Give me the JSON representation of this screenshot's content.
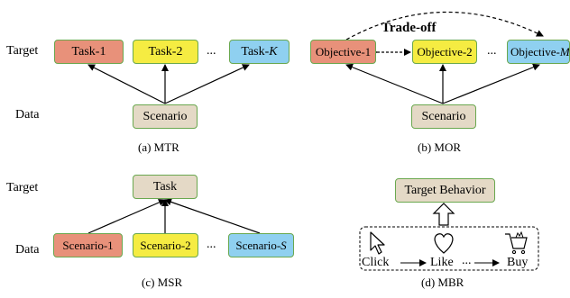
{
  "labels": {
    "target": "Target",
    "data": "Data"
  },
  "mtr": {
    "tasks": [
      "Task-1",
      "Task-2",
      "Task-K"
    ],
    "ellipsis": "...",
    "source": "Scenario",
    "caption": "(a) MTR"
  },
  "mor": {
    "objectives": [
      "Objective-1",
      "Objective-2",
      "Objective-M"
    ],
    "ellipsis": "...",
    "tradeoff": "Trade-off",
    "source": "Scenario",
    "caption": "(b) MOR"
  },
  "msr": {
    "target": "Task",
    "scenarios": [
      "Scenario-1",
      "Scenario-2",
      "Scenario-S"
    ],
    "ellipsis": "...",
    "caption": "(c) MSR"
  },
  "mbr": {
    "target": "Target Behavior",
    "behaviors": [
      "Click",
      "Like",
      "Buy"
    ],
    "ellipsis": "...",
    "icons": [
      "cursor-icon",
      "heart-icon",
      "cart-icon"
    ],
    "caption": "(d) MBR"
  }
}
